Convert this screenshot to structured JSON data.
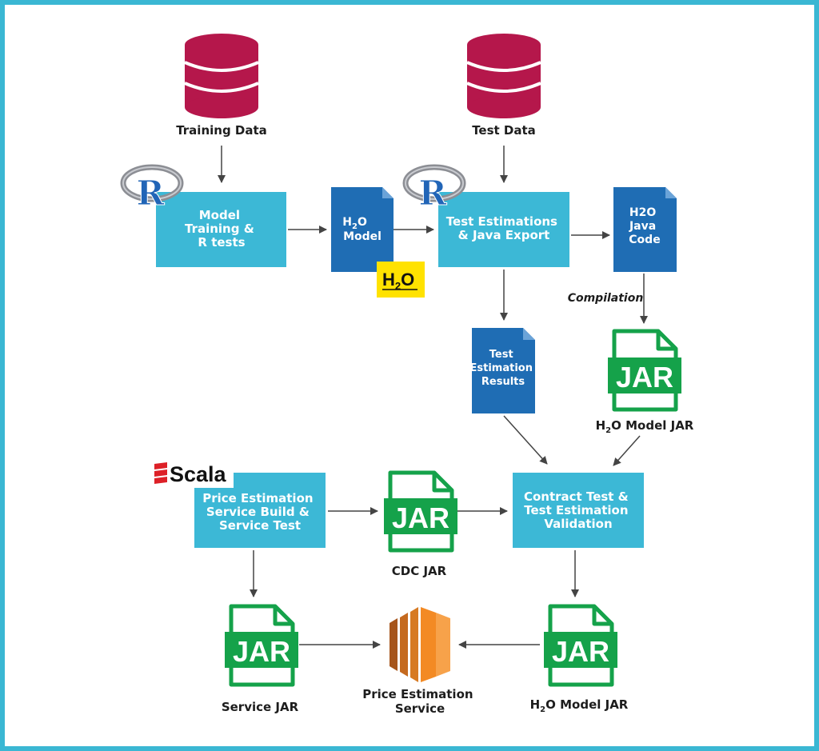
{
  "databases": {
    "training_label": "Training Data",
    "test_label": "Test Data"
  },
  "processes": {
    "model_training": [
      "Model",
      "Training &",
      "R tests"
    ],
    "test_estimations": [
      "Test Estimations",
      "& Java Export"
    ],
    "price_service_build": [
      "Price Estimation",
      "Service Build &",
      "Service Test"
    ],
    "contract_test": [
      "Contract Test &",
      "Test Estimation",
      "Validation"
    ]
  },
  "documents": {
    "h2o_model": {
      "sub": "2",
      "line1": "H",
      "line1b": "O",
      "line2": "Model"
    },
    "h2o_java_code": [
      "H2O",
      "Java",
      "Code"
    ],
    "test_estimation_results": [
      "Test",
      "Estimation",
      "Results"
    ]
  },
  "jars": {
    "jar_text": "JAR",
    "h2o_model_jar_top": {
      "pre": "H",
      "sub": "2",
      "post": "O Model JAR"
    },
    "cdc_jar": "CDC JAR",
    "service_jar": "Service JAR",
    "h2o_model_jar_bottom": {
      "pre": "H",
      "sub": "2",
      "post": "O Model JAR"
    }
  },
  "annotations": {
    "compilation": "Compilation"
  },
  "service": {
    "label": [
      "Price Estimation",
      "Service"
    ]
  },
  "logos": {
    "r_letter": "R",
    "h2o": {
      "pre": "H",
      "sub": "2",
      "post": "O"
    },
    "scala": "Scala"
  },
  "colors": {
    "frame": "#3ab7d3",
    "database": "#b5174b",
    "process_box": "#3cb8d6",
    "document": "#1f6db4",
    "jar": "#15a24a",
    "h2o_logo_bg": "#ffe200",
    "scala_red": "#dd2027",
    "service_orange": "#f38a24",
    "arrow": "#444444"
  }
}
